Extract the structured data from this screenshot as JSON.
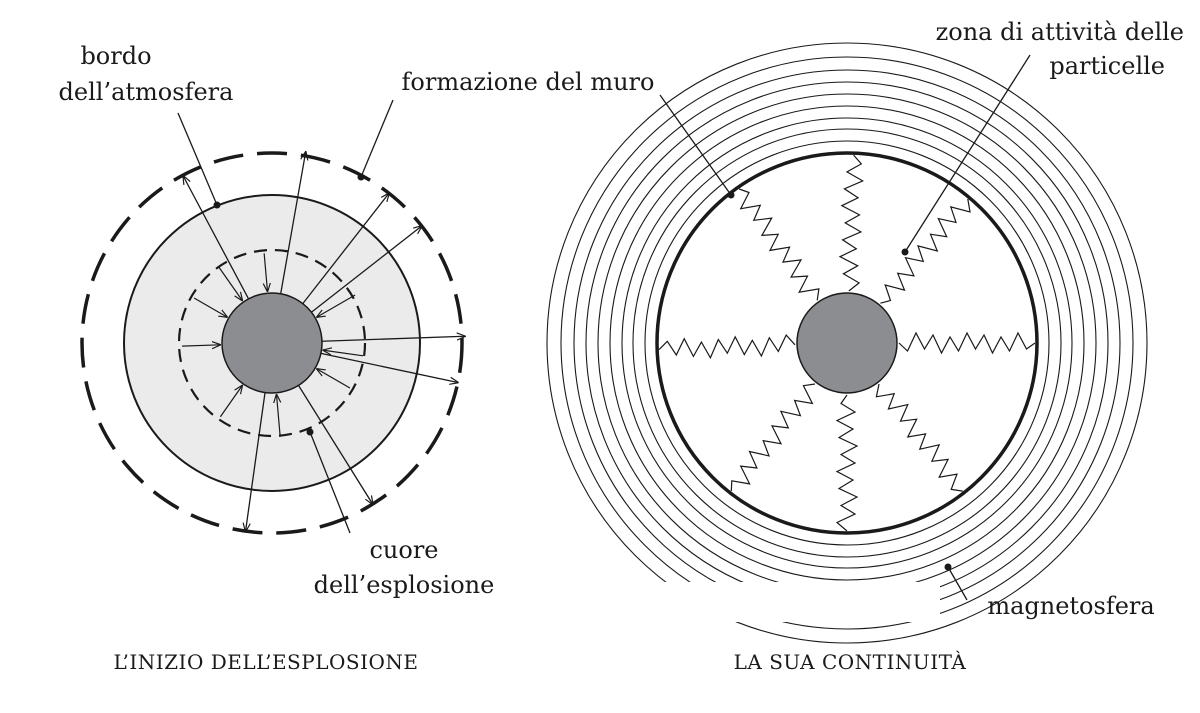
{
  "left_diagram": {
    "caption": "L’INIZIO DELL’ESPLOSIONE",
    "labels": {
      "atmosphere_edge_line1": "bordo",
      "atmosphere_edge_line2": "dell’atmosfera",
      "explosion_core_line1": "cuore",
      "explosion_core_line2": "dell’esplosione"
    }
  },
  "right_diagram": {
    "caption": "LA SUA CONTINUITÀ",
    "labels": {
      "wall_formation": "formazione del muro",
      "particle_zone_line1": "zona di attività delle",
      "particle_zone_line2": "particelle",
      "magnetosphere": "magnetosfera"
    }
  },
  "colors": {
    "ink": "#1a1a1a",
    "core_fill": "#8c8d90",
    "atmosphere_fill": "#ebebeb",
    "background": "#ffffff"
  }
}
